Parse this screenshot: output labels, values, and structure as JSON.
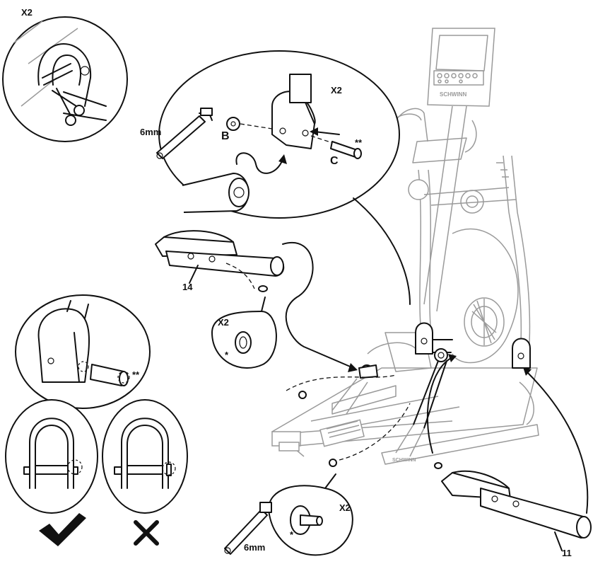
{
  "labels": {
    "x2_top_left": "X2",
    "x2_callout_top": "X2",
    "wrench_size_top": "6mm",
    "part_b": "B",
    "part_c": "C",
    "double_star_top": "**",
    "part_14": "14",
    "x2_washer": "X2",
    "star_washer": "*",
    "double_star_left": "**",
    "x2_bottom": "X2",
    "wrench_size_bottom": "6mm",
    "star_bottom": "*",
    "part_11": "11"
  },
  "icons": {
    "correct": "check-mark-icon",
    "incorrect": "cross-mark-icon",
    "cut": "scissors-icon"
  },
  "colors": {
    "ink": "#111111",
    "machine_grey": "#9a9a9a"
  }
}
